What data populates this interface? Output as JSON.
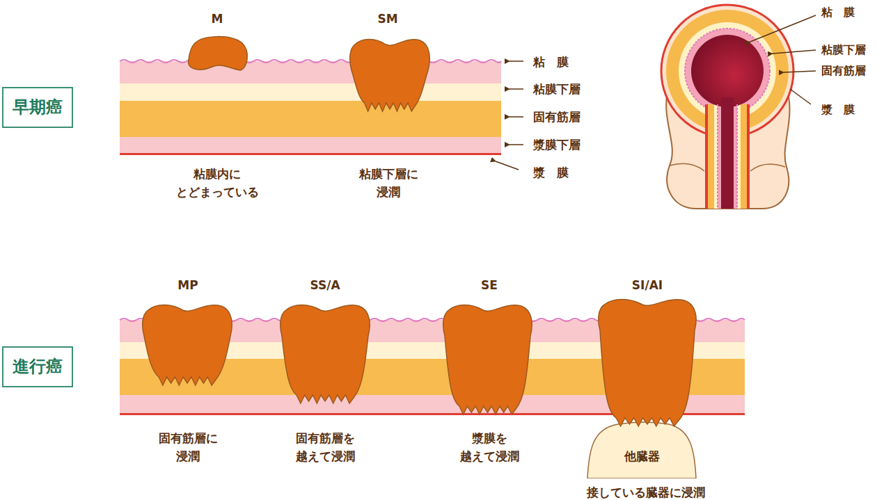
{
  "diagram": {
    "nodes": [
      {
        "text": [
          "早期癌"
        ]
      },
      {
        "text": [
          "進行癌"
        ]
      },
      {
        "text": [
          "他臓器"
        ]
      }
    ],
    "labels": [
      "M",
      "SM",
      "粘　膜",
      "粘膜下層",
      "固有筋層",
      "漿膜下層",
      "漿　膜",
      "粘膜内に とどまっている",
      "粘膜下層に 浸潤",
      "粘　膜",
      "粘膜下層",
      "固有筋層",
      "漿　膜",
      "MP",
      "SS/A",
      "SE",
      "SI/AI",
      "固有筋層に 浸潤",
      "固有筋層を 越えて浸潤",
      "漿膜を 越えて浸潤",
      "接している臓器に浸潤"
    ]
  }
}
